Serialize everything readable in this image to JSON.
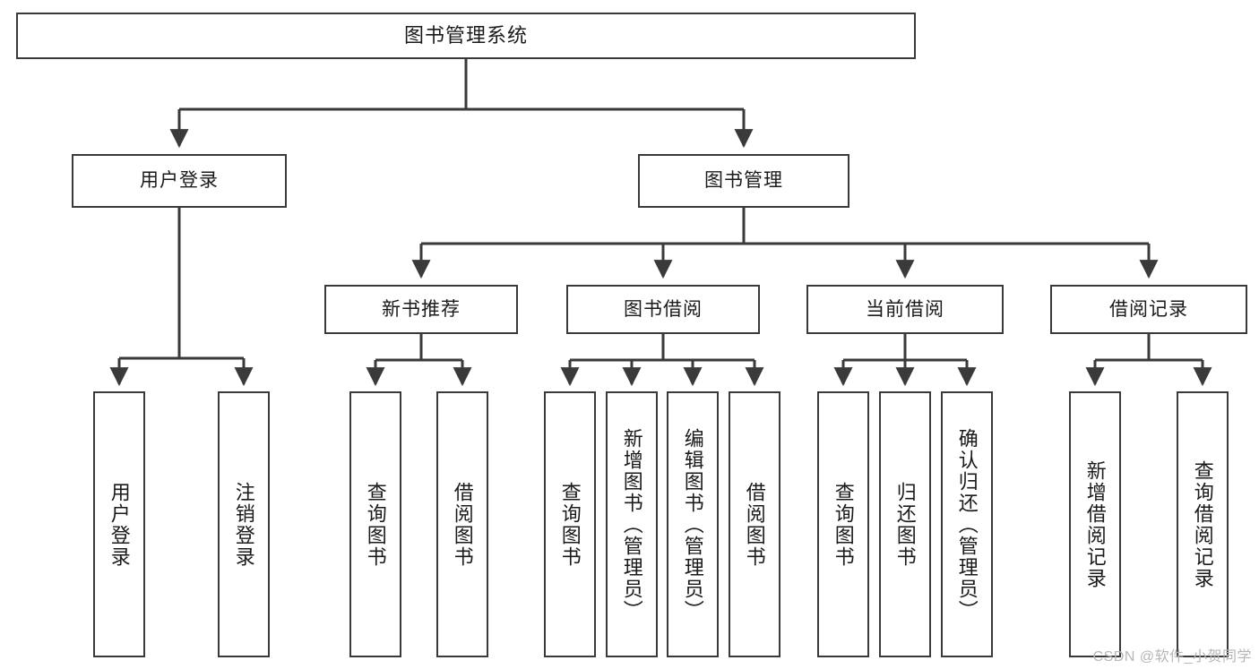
{
  "diagram": {
    "title": "图书管理系统",
    "type": "tree",
    "root": {
      "label": "图书管理系统"
    },
    "level2": [
      {
        "label": "用户登录"
      },
      {
        "label": "图书管理"
      }
    ],
    "level3": [
      {
        "label": "新书推荐"
      },
      {
        "label": "图书借阅"
      },
      {
        "label": "当前借阅"
      },
      {
        "label": "借阅记录"
      }
    ],
    "leaves": {
      "user_login": [
        {
          "label": "用户登录"
        },
        {
          "label": "注销登录"
        }
      ],
      "new_book_recommend": [
        {
          "label": "查询图书"
        },
        {
          "label": "借阅图书"
        }
      ],
      "book_borrow": [
        {
          "label": "查询图书"
        },
        {
          "label": "新增图书（管理员）"
        },
        {
          "label": "编辑图书（管理员）"
        },
        {
          "label": "借阅图书"
        }
      ],
      "current_borrow": [
        {
          "label": "查询图书"
        },
        {
          "label": "归还图书"
        },
        {
          "label": "确认归还（管理员）"
        }
      ],
      "borrow_record": [
        {
          "label": "新增借阅记录"
        },
        {
          "label": "查询借阅记录"
        }
      ]
    }
  },
  "watermark": {
    "text": "CSDN @软件_小贺同学"
  },
  "colors": {
    "stroke": "#3a3a3a",
    "fill": "#ffffff",
    "text": "#1a1a1a",
    "watermark": "#b6b6b6"
  }
}
